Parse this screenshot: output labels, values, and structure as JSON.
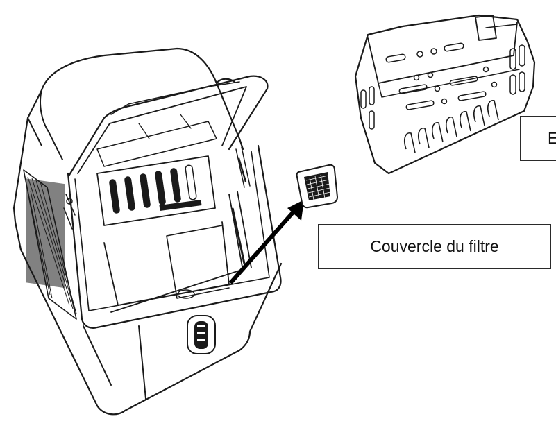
{
  "labels": {
    "filter_cover": "Couvercle du filtre",
    "basket_partial": "E"
  },
  "icons": {
    "appliance": "ice-maker-open-lid",
    "basket": "ice-basket",
    "filter": "filter-cover",
    "arrow": "removal-arrow"
  },
  "colors": {
    "ink": "#1a1a1a",
    "background": "#ffffff"
  }
}
